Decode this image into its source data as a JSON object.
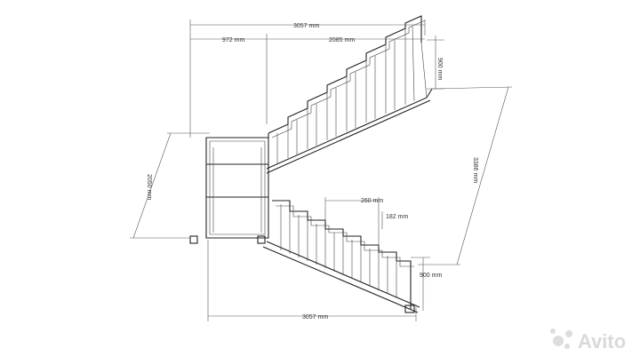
{
  "dimensions": {
    "top_total": "3057 mm",
    "top_left": "972 mm",
    "top_right": "2085 mm",
    "upper_step_height": "900 mm",
    "platform_depth": "2050 mm",
    "overall_depth": "3386 mm",
    "tread": "260 mm",
    "riser": "182 mm",
    "lower_step_height": "900 mm",
    "bottom_total": "3057 mm"
  },
  "watermark": {
    "text": "Avito",
    "icon": "avito-dots-icon"
  },
  "colors": {
    "line": "#222222",
    "dimension": "#555555",
    "watermark": "#d9d9d9",
    "background": "#ffffff"
  }
}
